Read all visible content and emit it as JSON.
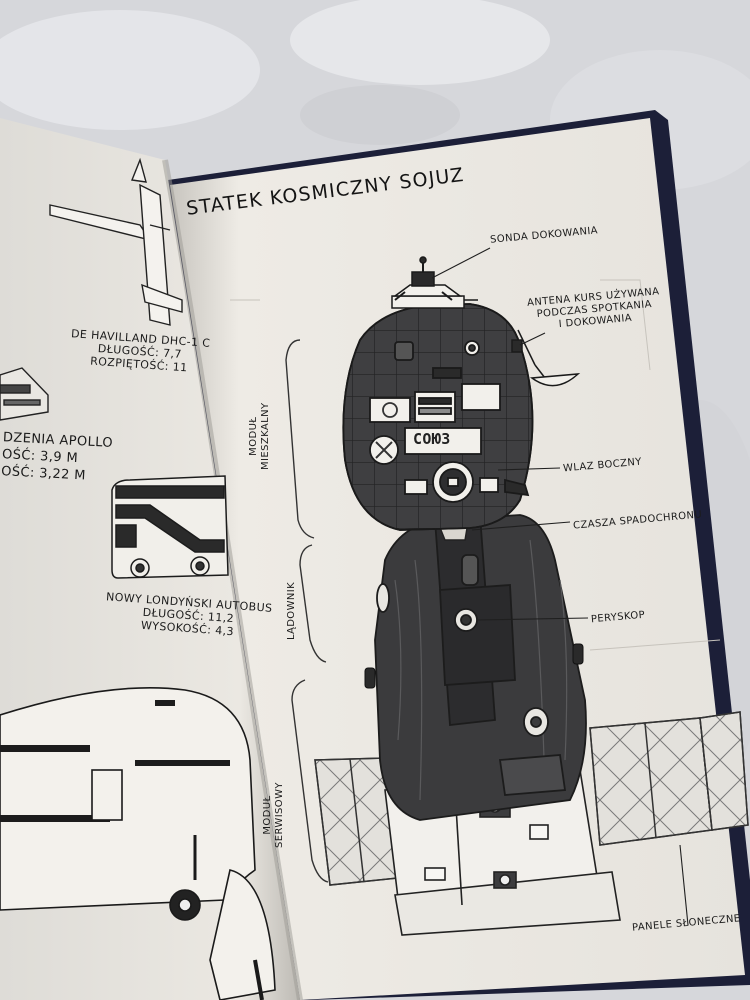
{
  "right_page": {
    "title": "STATEK KOSMICZNY SOJUZ",
    "callouts": {
      "docking_probe": "SONDA DOKOWANIA",
      "kurs_antenna": [
        "ANTENA KURS UŻYWANA",
        "PODCZAS SPOTKANIA",
        "I DOKOWANIA"
      ],
      "side_hatch": "WLAZ BOCZNY",
      "parachute": "CZASZA SPADOCHRONU",
      "periscope": "PERYSKOP",
      "solar_panels": "PANELE SŁONECZNE"
    },
    "sections": {
      "orbital": [
        "MODUŁ",
        "MIESZKALNY"
      ],
      "descent": "LĄDOWNIK",
      "service": [
        "MODUŁ",
        "SERWISOWY"
      ]
    },
    "hull_text": "СОЮЗ"
  },
  "left_page": {
    "plane": [
      "DE HAVILLAND DHC-1 C",
      "DŁUGOŚĆ: 7,7",
      "ROZPIĘTOŚĆ: 11"
    ],
    "apollo": [
      "DZENIA APOLLO",
      "OŚĆ: 3,9 M",
      "OŚĆ: 3,22 M"
    ],
    "bus": [
      "NOWY LONDYŃSKI AUTOBUS",
      "DŁUGOŚĆ: 11,2",
      "WYSOKOŚĆ: 4,3"
    ]
  },
  "colors": {
    "background_fur": "#d9dadd",
    "page": "#efece6",
    "ink": "#1b1b1b",
    "hull_dark": "#3b3b3d"
  }
}
